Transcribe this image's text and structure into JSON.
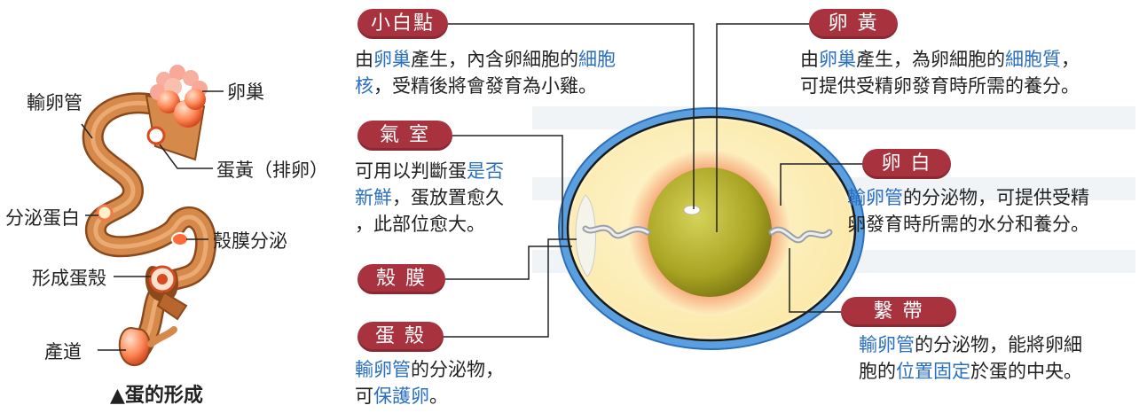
{
  "formation": {
    "caption": "▲蛋的形成",
    "labels": {
      "oviduct": "輸卵管",
      "ovary": "卵巢",
      "yolk_ovulation": "蛋黃（排卵）",
      "secrete_white": "分泌蛋白",
      "shell_membrane_secretion": "殼膜分泌",
      "form_shell": "形成蛋殼",
      "birth_canal": "產道"
    }
  },
  "parts": {
    "germinal_disc": {
      "title": "小白點",
      "line1": [
        {
          "t": "由"
        },
        {
          "t": "卵巢",
          "hl": true
        },
        {
          "t": "產生，內含卵細胞的"
        },
        {
          "t": "細胞",
          "hl": true
        }
      ],
      "line2": [
        {
          "t": "核",
          "hl": true
        },
        {
          "t": "，受精後將會發育為小雞。"
        }
      ]
    },
    "air_cell": {
      "title": "氣 室",
      "line1": [
        {
          "t": "可用以判斷蛋"
        },
        {
          "t": "是否",
          "hl": true
        }
      ],
      "line2": [
        {
          "t": "新鮮",
          "hl": true
        },
        {
          "t": "，蛋放置愈久"
        }
      ],
      "line3": [
        {
          "t": "，此部位愈大。"
        }
      ]
    },
    "shell_membrane": {
      "title": "殼 膜"
    },
    "shell": {
      "title": "蛋 殼",
      "line1": [
        {
          "t": "輸卵管",
          "hl": true
        },
        {
          "t": "的分泌物，"
        }
      ],
      "line2": [
        {
          "t": "可"
        },
        {
          "t": "保護卵",
          "hl": true
        },
        {
          "t": "。"
        }
      ]
    },
    "yolk": {
      "title": "卵 黃",
      "line1": [
        {
          "t": "由"
        },
        {
          "t": "卵巢",
          "hl": true
        },
        {
          "t": "產生，為卵細胞的"
        },
        {
          "t": "細胞質",
          "hl": true
        },
        {
          "t": "，"
        }
      ],
      "line2": [
        {
          "t": "可提供受精卵發育時所需的養分。"
        }
      ]
    },
    "albumen": {
      "title": "卵 白",
      "line1": [
        {
          "t": "輸卵管",
          "hl": true
        },
        {
          "t": "的分泌物，可提供受精"
        }
      ],
      "line2": [
        {
          "t": "卵發育時所需的水分和養分。"
        }
      ]
    },
    "chalaza": {
      "title": "繫 帶",
      "line1": [
        {
          "t": "輸卵管",
          "hl": true
        },
        {
          "t": "的分泌物，能將卵細"
        }
      ],
      "line2": [
        {
          "t": "胞的"
        },
        {
          "t": "位置固定",
          "hl": true
        },
        {
          "t": "於蛋的中央。"
        }
      ]
    }
  },
  "colors": {
    "pill": "#a8333f",
    "highlight": "#2b6fc1",
    "shell_outline": "#4a90d9",
    "yolk": "#b0ad2a",
    "albumen": "#fdf0c0",
    "oviduct": "#c9753a"
  }
}
